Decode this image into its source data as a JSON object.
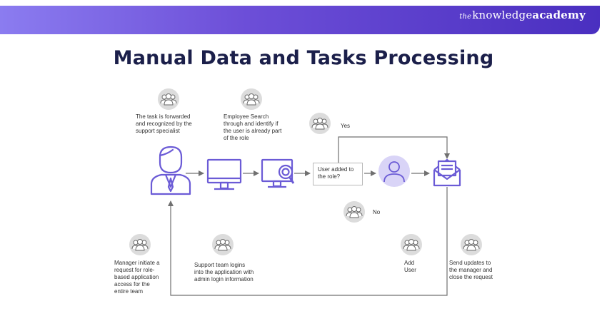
{
  "brand": {
    "prefix": "the",
    "middle": "knowledge",
    "suffix": "academy"
  },
  "title": "Manual Data and Tasks Processing",
  "nodes": {
    "forwarded": "The task is forwarded\nand recognized by the\nsupport specialist",
    "search": "Employee Search\nthrough and identify if\nthe user is already part\nof the role",
    "yes": "Yes",
    "decision": "User added to\nthe role?",
    "no": "No",
    "manager": "Manager initiate a\nrequest for role-\nbased application\naccess for the\nentire team",
    "login": "Support team logins\ninto the application with\nadmin login information",
    "add_user": "Add\nUser",
    "send_updates": "Send updates to\nthe manager and\nclose the request"
  },
  "colors": {
    "accent": "#6b5bd6",
    "accent_light": "#d9d4f7",
    "line": "#707070",
    "title": "#1b1f4a",
    "badge": "#dcdcdc"
  },
  "icons": [
    "people-group-icon",
    "person-icon",
    "monitor-icon",
    "monitor-search-icon",
    "user-avatar-icon",
    "envelope-icon"
  ]
}
